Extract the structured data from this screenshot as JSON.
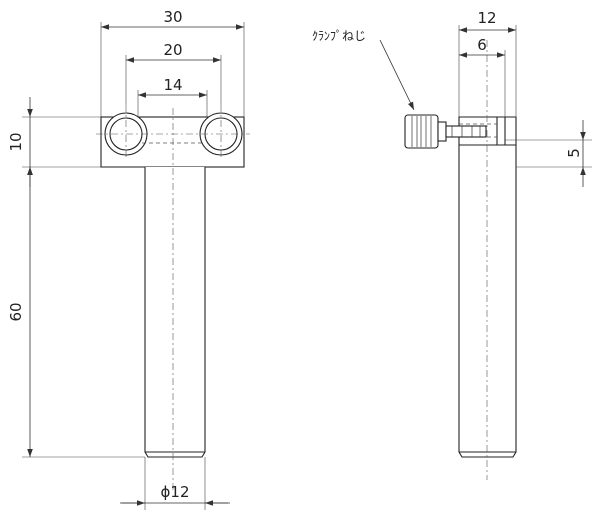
{
  "dimensions": {
    "overall_width": "30",
    "hole_pitch": "20",
    "inner_span": "14",
    "block_height": "10",
    "rod_length": "60",
    "rod_diameter": "ϕ12",
    "side_width": "12",
    "side_half": "6",
    "screw_offset": "5"
  },
  "labels": {
    "clamp_screw": "ｸﾗﾝﾌﾟねじ"
  },
  "colors": {
    "line": "#222222",
    "background": "#ffffff"
  }
}
